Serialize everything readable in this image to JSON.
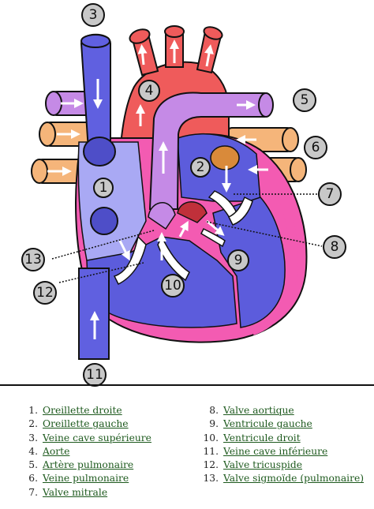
{
  "diagram": {
    "callouts": [
      {
        "number": "1"
      },
      {
        "number": "2"
      },
      {
        "number": "3"
      },
      {
        "number": "4"
      },
      {
        "number": "5"
      },
      {
        "number": "6"
      },
      {
        "number": "7"
      },
      {
        "number": "8"
      },
      {
        "number": "9"
      },
      {
        "number": "10"
      },
      {
        "number": "11"
      },
      {
        "number": "12"
      },
      {
        "number": "13"
      }
    ],
    "colors": {
      "oxygenated_red": "#ef5b5b",
      "deoxygenated_blue": "#6a6ae8",
      "vena_cava_blue": "#6060e0",
      "pulmonary_artery": "#c58ae6",
      "pulmonary_vein": "#f5b57a",
      "heart_wall": "#f35bb2",
      "right_chamber": "#a9a9f4",
      "left_chamber": "#5c5cdc"
    }
  },
  "legend": {
    "left": [
      {
        "num": "1.",
        "label": "Oreillette droite"
      },
      {
        "num": "2.",
        "label": "Oreillette gauche"
      },
      {
        "num": "3.",
        "label": "Veine cave supérieure"
      },
      {
        "num": "4.",
        "label": "Aorte"
      },
      {
        "num": "5.",
        "label": "Artère pulmonaire"
      },
      {
        "num": "6.",
        "label": "Veine pulmonaire"
      },
      {
        "num": "7.",
        "label": "Valve mitrale"
      }
    ],
    "right": [
      {
        "num": "8.",
        "label": "Valve aortique"
      },
      {
        "num": "9.",
        "label": "Ventricule gauche"
      },
      {
        "num": "10.",
        "label": "Ventricule droit"
      },
      {
        "num": "11.",
        "label": "Veine cave inférieure"
      },
      {
        "num": "12.",
        "label": "Valve tricuspide"
      },
      {
        "num": "13.",
        "label": "Valve sigmoïde (pulmonaire)"
      }
    ]
  }
}
